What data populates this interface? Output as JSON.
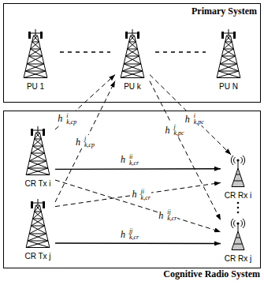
{
  "diagram": {
    "nodes": [
      {
        "text": [
          "Primary System"
        ]
      },
      {
        "text": [
          "PU 1"
        ],
        "in": 0
      },
      {
        "text": [
          "PU k"
        ],
        "in": 0
      },
      {
        "text": [
          "PU N"
        ],
        "in": 0
      },
      {
        "text": [
          "Cognitive Radio System"
        ]
      },
      {
        "text": [
          "CR Tx i"
        ],
        "in": 4
      },
      {
        "text": [
          "CR Tx j"
        ],
        "in": 4
      },
      {
        "text": [
          "CR Rx i"
        ],
        "in": 4
      },
      {
        "text": [
          "CR Rx j"
        ],
        "in": 4
      }
    ],
    "edges": [
      {
        "from": 5,
        "to": 2,
        "arrow": "to",
        "label": "h i k,cp"
      },
      {
        "from": 6,
        "to": 2,
        "arrow": "to",
        "label": "h j k,cp"
      },
      {
        "from": 2,
        "to": 7,
        "arrow": "to",
        "label": "h i k,pc"
      },
      {
        "from": 2,
        "to": 8,
        "arrow": "to",
        "label": "h j k,pc"
      },
      {
        "from": 5,
        "to": 7,
        "arrow": "to",
        "label": "h ii k,cr"
      },
      {
        "from": 5,
        "to": 8,
        "arrow": "to",
        "label": "h ij k,cr"
      },
      {
        "from": 6,
        "to": 7,
        "arrow": "to",
        "label": "h ji k,cr"
      },
      {
        "from": 6,
        "to": 8,
        "arrow": "to",
        "label": "h jj k,cr"
      }
    ]
  }
}
